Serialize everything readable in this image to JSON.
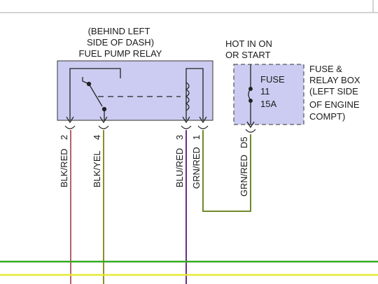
{
  "relay": {
    "location_line1": "(BEHIND LEFT",
    "location_line2": "SIDE OF DASH)",
    "name": "FUEL PUMP RELAY",
    "pins": [
      "2",
      "4",
      "3",
      "1"
    ],
    "box_fill": "#ccccf2"
  },
  "fuse": {
    "power_line1": "HOT IN ON",
    "power_line2": "OR START",
    "label": "FUSE",
    "number": "11",
    "rating": "15A",
    "pin": "D5",
    "box_fill": "#ccccf2"
  },
  "fuse_box": {
    "line1": "FUSE &",
    "line2": "RELAY BOX",
    "line3": "(LEFT SIDE",
    "line4": "OF ENGINE",
    "line5": "COMPT)"
  },
  "wires": [
    {
      "label": "BLK/RED",
      "color": "#b5606a"
    },
    {
      "label": "BLK/YEL",
      "color": "#8e8a2e"
    },
    {
      "label": "BLU/RED",
      "color": "#6a2a8a"
    },
    {
      "label": "GRN/RED",
      "color": "#6f8a2a"
    },
    {
      "label": "GRN/RED",
      "color": "#6f8a2a"
    }
  ],
  "bus_colors": {
    "green": "#33aa22",
    "yellow": "#e8e833"
  }
}
